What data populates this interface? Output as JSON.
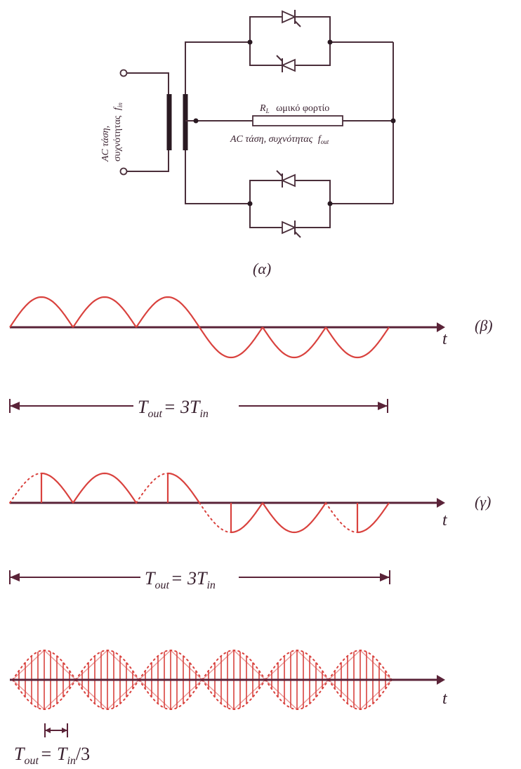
{
  "circuit": {
    "input_label_line1": "AC τάση,",
    "input_label_line2": "συχνότητας",
    "input_label_fin": "f",
    "input_label_fin_sub": "in",
    "load_symbol": "R",
    "load_symbol_sub": "L",
    "load_label": "ωμικό φορτίο",
    "output_label": "AC τάση, συχνότητας",
    "output_fout": "f",
    "output_fout_sub": "out"
  },
  "panel_labels": {
    "a": "(α)",
    "b": "(β)",
    "c": "(γ)"
  },
  "axis_label": "t",
  "period_b": {
    "lhs": "T",
    "lhs_sub": "out",
    "rhs": "= 3T",
    "rhs_sub": "in"
  },
  "period_c": {
    "lhs": "T",
    "lhs_sub": "out",
    "rhs": "= 3T",
    "rhs_sub": "in"
  },
  "period_d": {
    "lhs": "T",
    "lhs_sub": "out",
    "rhs": "= T",
    "rhs_sub": "in",
    "rhs_tail": "/3"
  },
  "colors": {
    "waveform": "#d9423e",
    "axis": "#5a2338",
    "circuit": "#4a2e3a"
  }
}
